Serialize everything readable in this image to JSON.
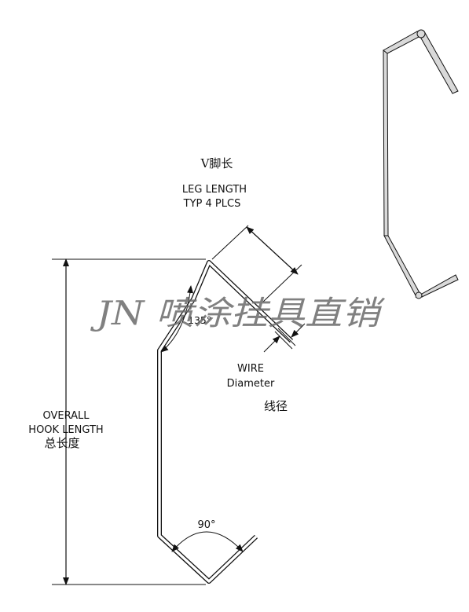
{
  "labels": {
    "leg_length_cn": "V脚长",
    "leg_length_line1": "LEG LENGTH",
    "leg_length_line2": "TYP 4 PLCS",
    "angle_135": "135°",
    "angle_90": "90°",
    "wire_line1": "WIRE",
    "wire_line2": "Diameter",
    "wire_cn": "线径",
    "overall_line1": "OVERALL",
    "overall_line2": "HOOK LENGTH",
    "overall_cn": "总长度",
    "watermark": "JN 喷涂挂具直销"
  },
  "colors": {
    "line": "#111111",
    "wire_fill": "#ffffff",
    "iso_fill": "#d9d9d9",
    "watermark": "#6b6b6b"
  }
}
